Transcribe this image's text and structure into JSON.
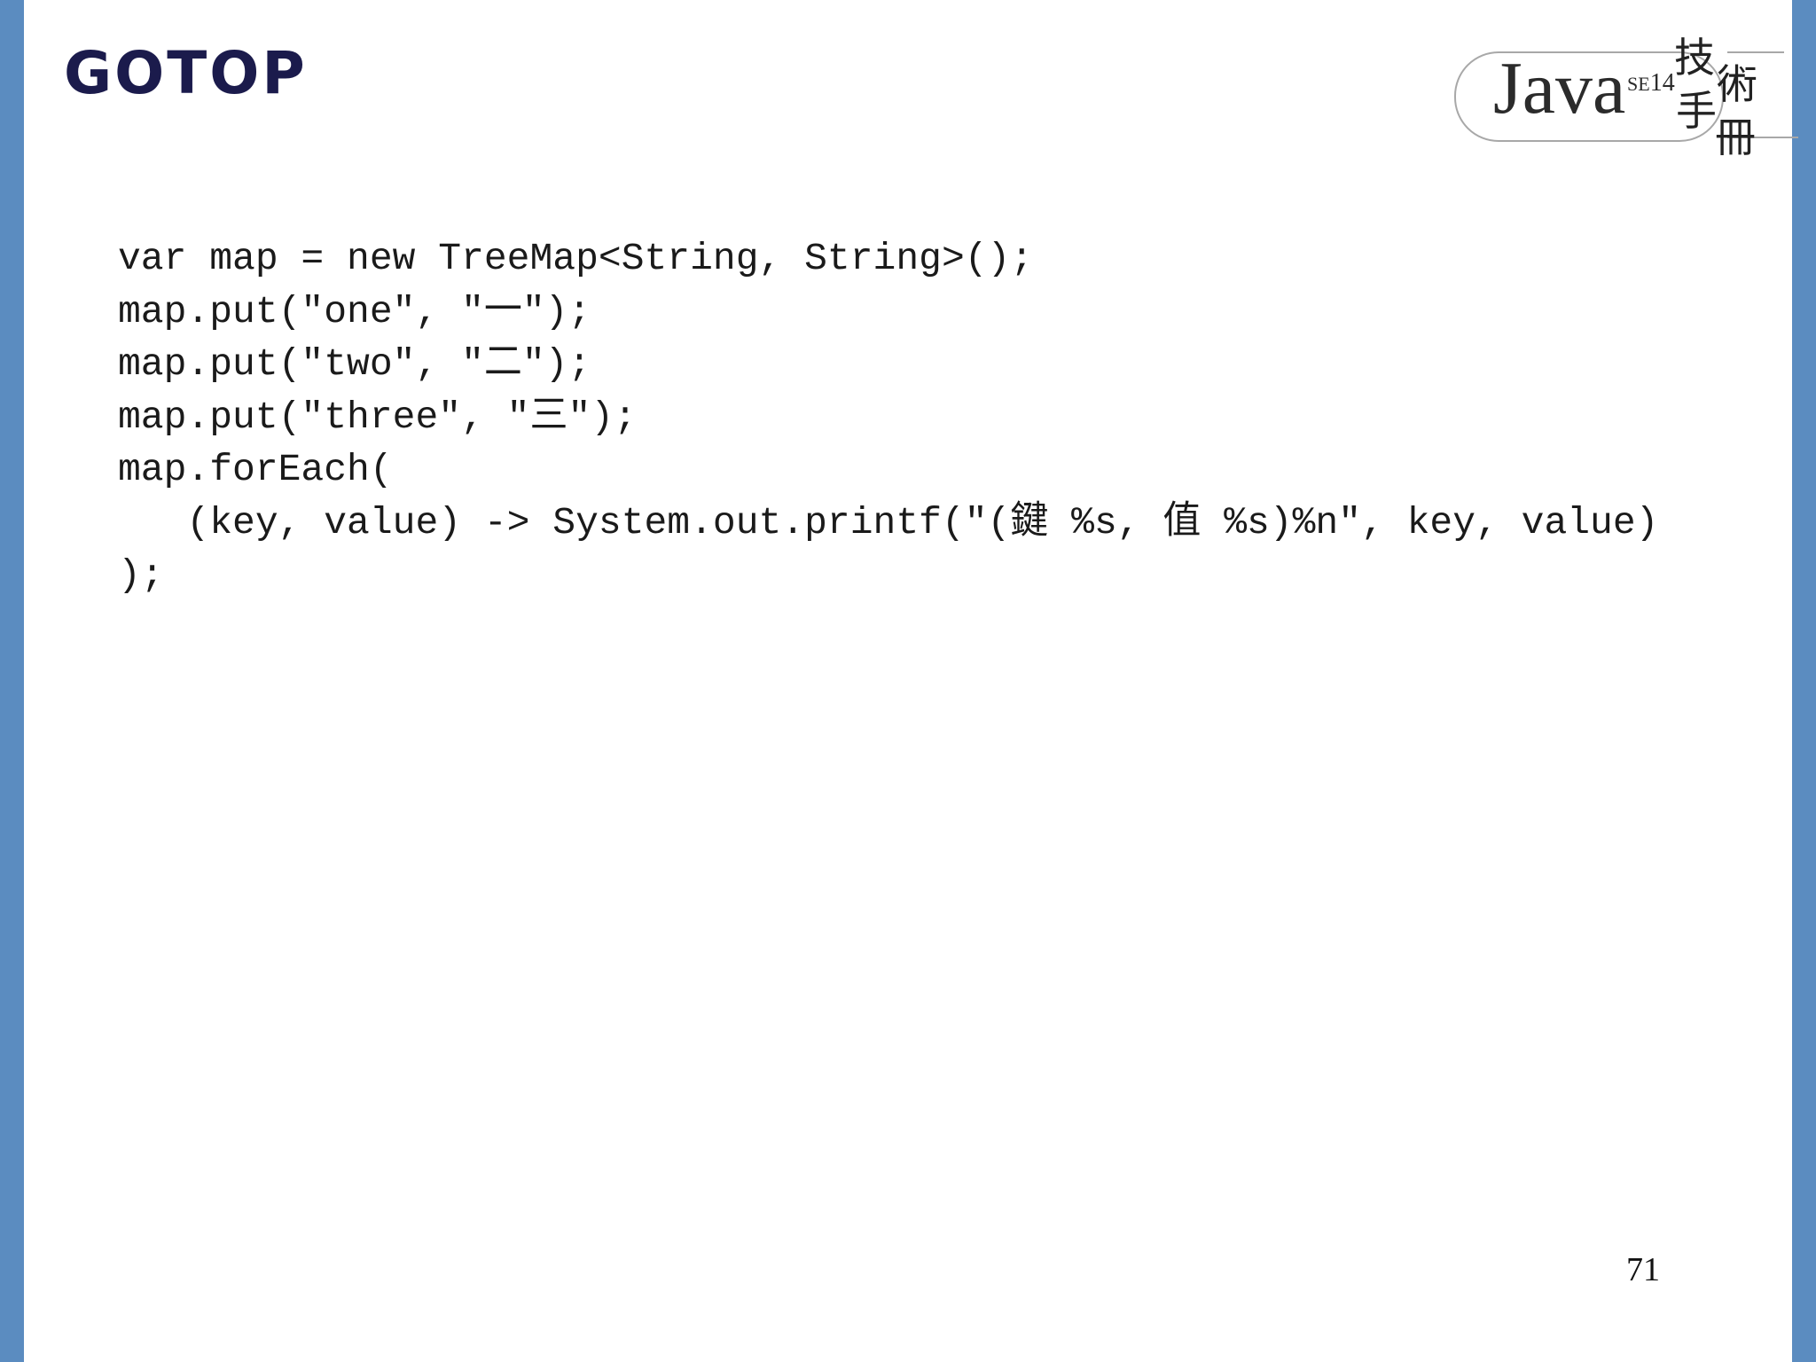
{
  "brand": {
    "logo_text": "GOTOP"
  },
  "badge": {
    "java_text": "Java",
    "edition": "SE",
    "version": "14",
    "chars": [
      "技",
      "術",
      "手",
      "冊"
    ]
  },
  "code_lines": [
    "var map = new TreeMap<String, String>();",
    "map.put(\"one\", \"一\");",
    "map.put(\"two\", \"二\");",
    "map.put(\"three\", \"三\");",
    "map.forEach(",
    "   (key, value) -> System.out.printf(\"(鍵 %s, 值 %s)%n\", key, value)",
    ");"
  ],
  "page_number": "71",
  "colors": {
    "side_bars": "#5b8cc0",
    "logo": "#1b1b4c",
    "code_text": "#1a1a1a"
  }
}
